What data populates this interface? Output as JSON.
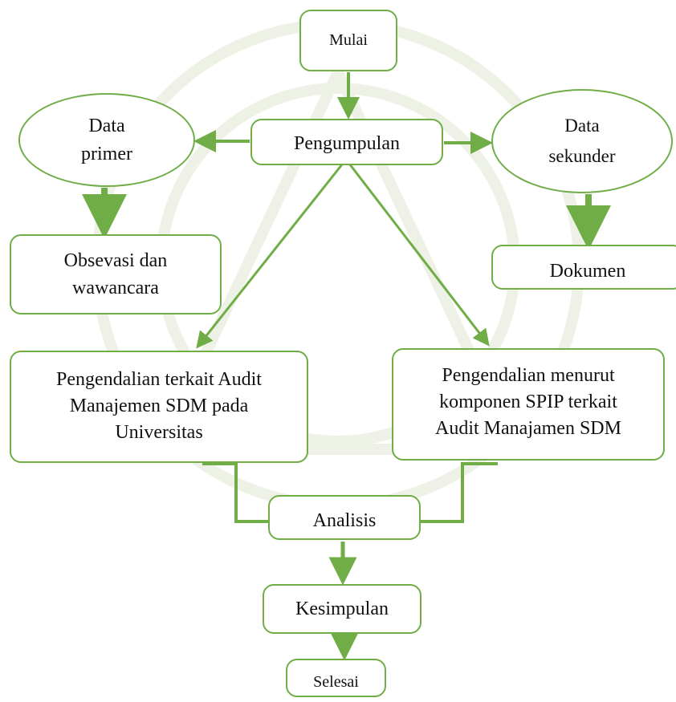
{
  "colors": {
    "stroke": "#70ad47",
    "arrow": "#70ad47",
    "background": "#ffffff",
    "text": "#111111"
  },
  "nodes": {
    "mulai": "Mulai",
    "pengumpulan": "Pengumpulan",
    "data_primer": [
      "Data",
      "primer"
    ],
    "data_sekunder": [
      "Data",
      "sekunder"
    ],
    "observasi": [
      "Obsevasi dan",
      "wawancara"
    ],
    "dokumen": "Dokumen",
    "pengendalian_universitas": [
      "Pengendalian terkait Audit",
      "Manajemen SDM pada",
      "Universitas"
    ],
    "pengendalian_spip": [
      "Pengendalian menurut",
      "komponen SPIP terkait",
      "Audit Manajamen SDM"
    ],
    "analisis": "Analisis",
    "kesimpulan": "Kesimpulan",
    "selesai": "Selesai"
  }
}
